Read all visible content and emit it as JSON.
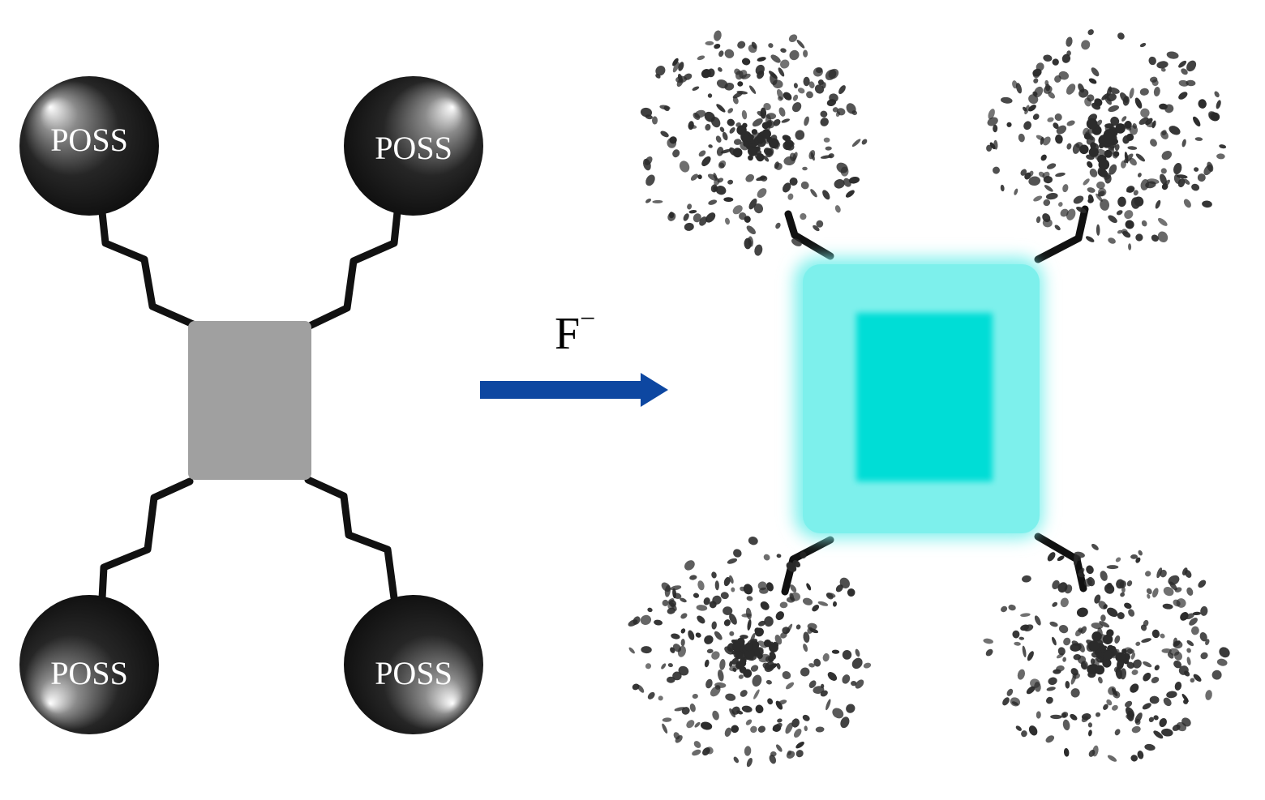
{
  "left_molecule": {
    "core_color": "#a0a0a0",
    "linker_color": "#111111",
    "cages": [
      {
        "id": "top-left",
        "label": "POSS"
      },
      {
        "id": "top-right",
        "label": "POSS"
      },
      {
        "id": "bottom-left",
        "label": "POSS"
      },
      {
        "id": "bottom-right",
        "label": "POSS"
      }
    ]
  },
  "reaction": {
    "reagent": "F",
    "reagent_charge": "−",
    "arrow_color": "#0d47a1"
  },
  "right_molecule": {
    "core_outer_color": "#7df0ec",
    "core_inner_color": "#00ddd6",
    "fragment_color": "#2b2b2b",
    "fragments": [
      {
        "id": "fragment-top-left"
      },
      {
        "id": "fragment-top-right"
      },
      {
        "id": "fragment-bottom-left"
      },
      {
        "id": "fragment-bottom-right"
      }
    ]
  }
}
